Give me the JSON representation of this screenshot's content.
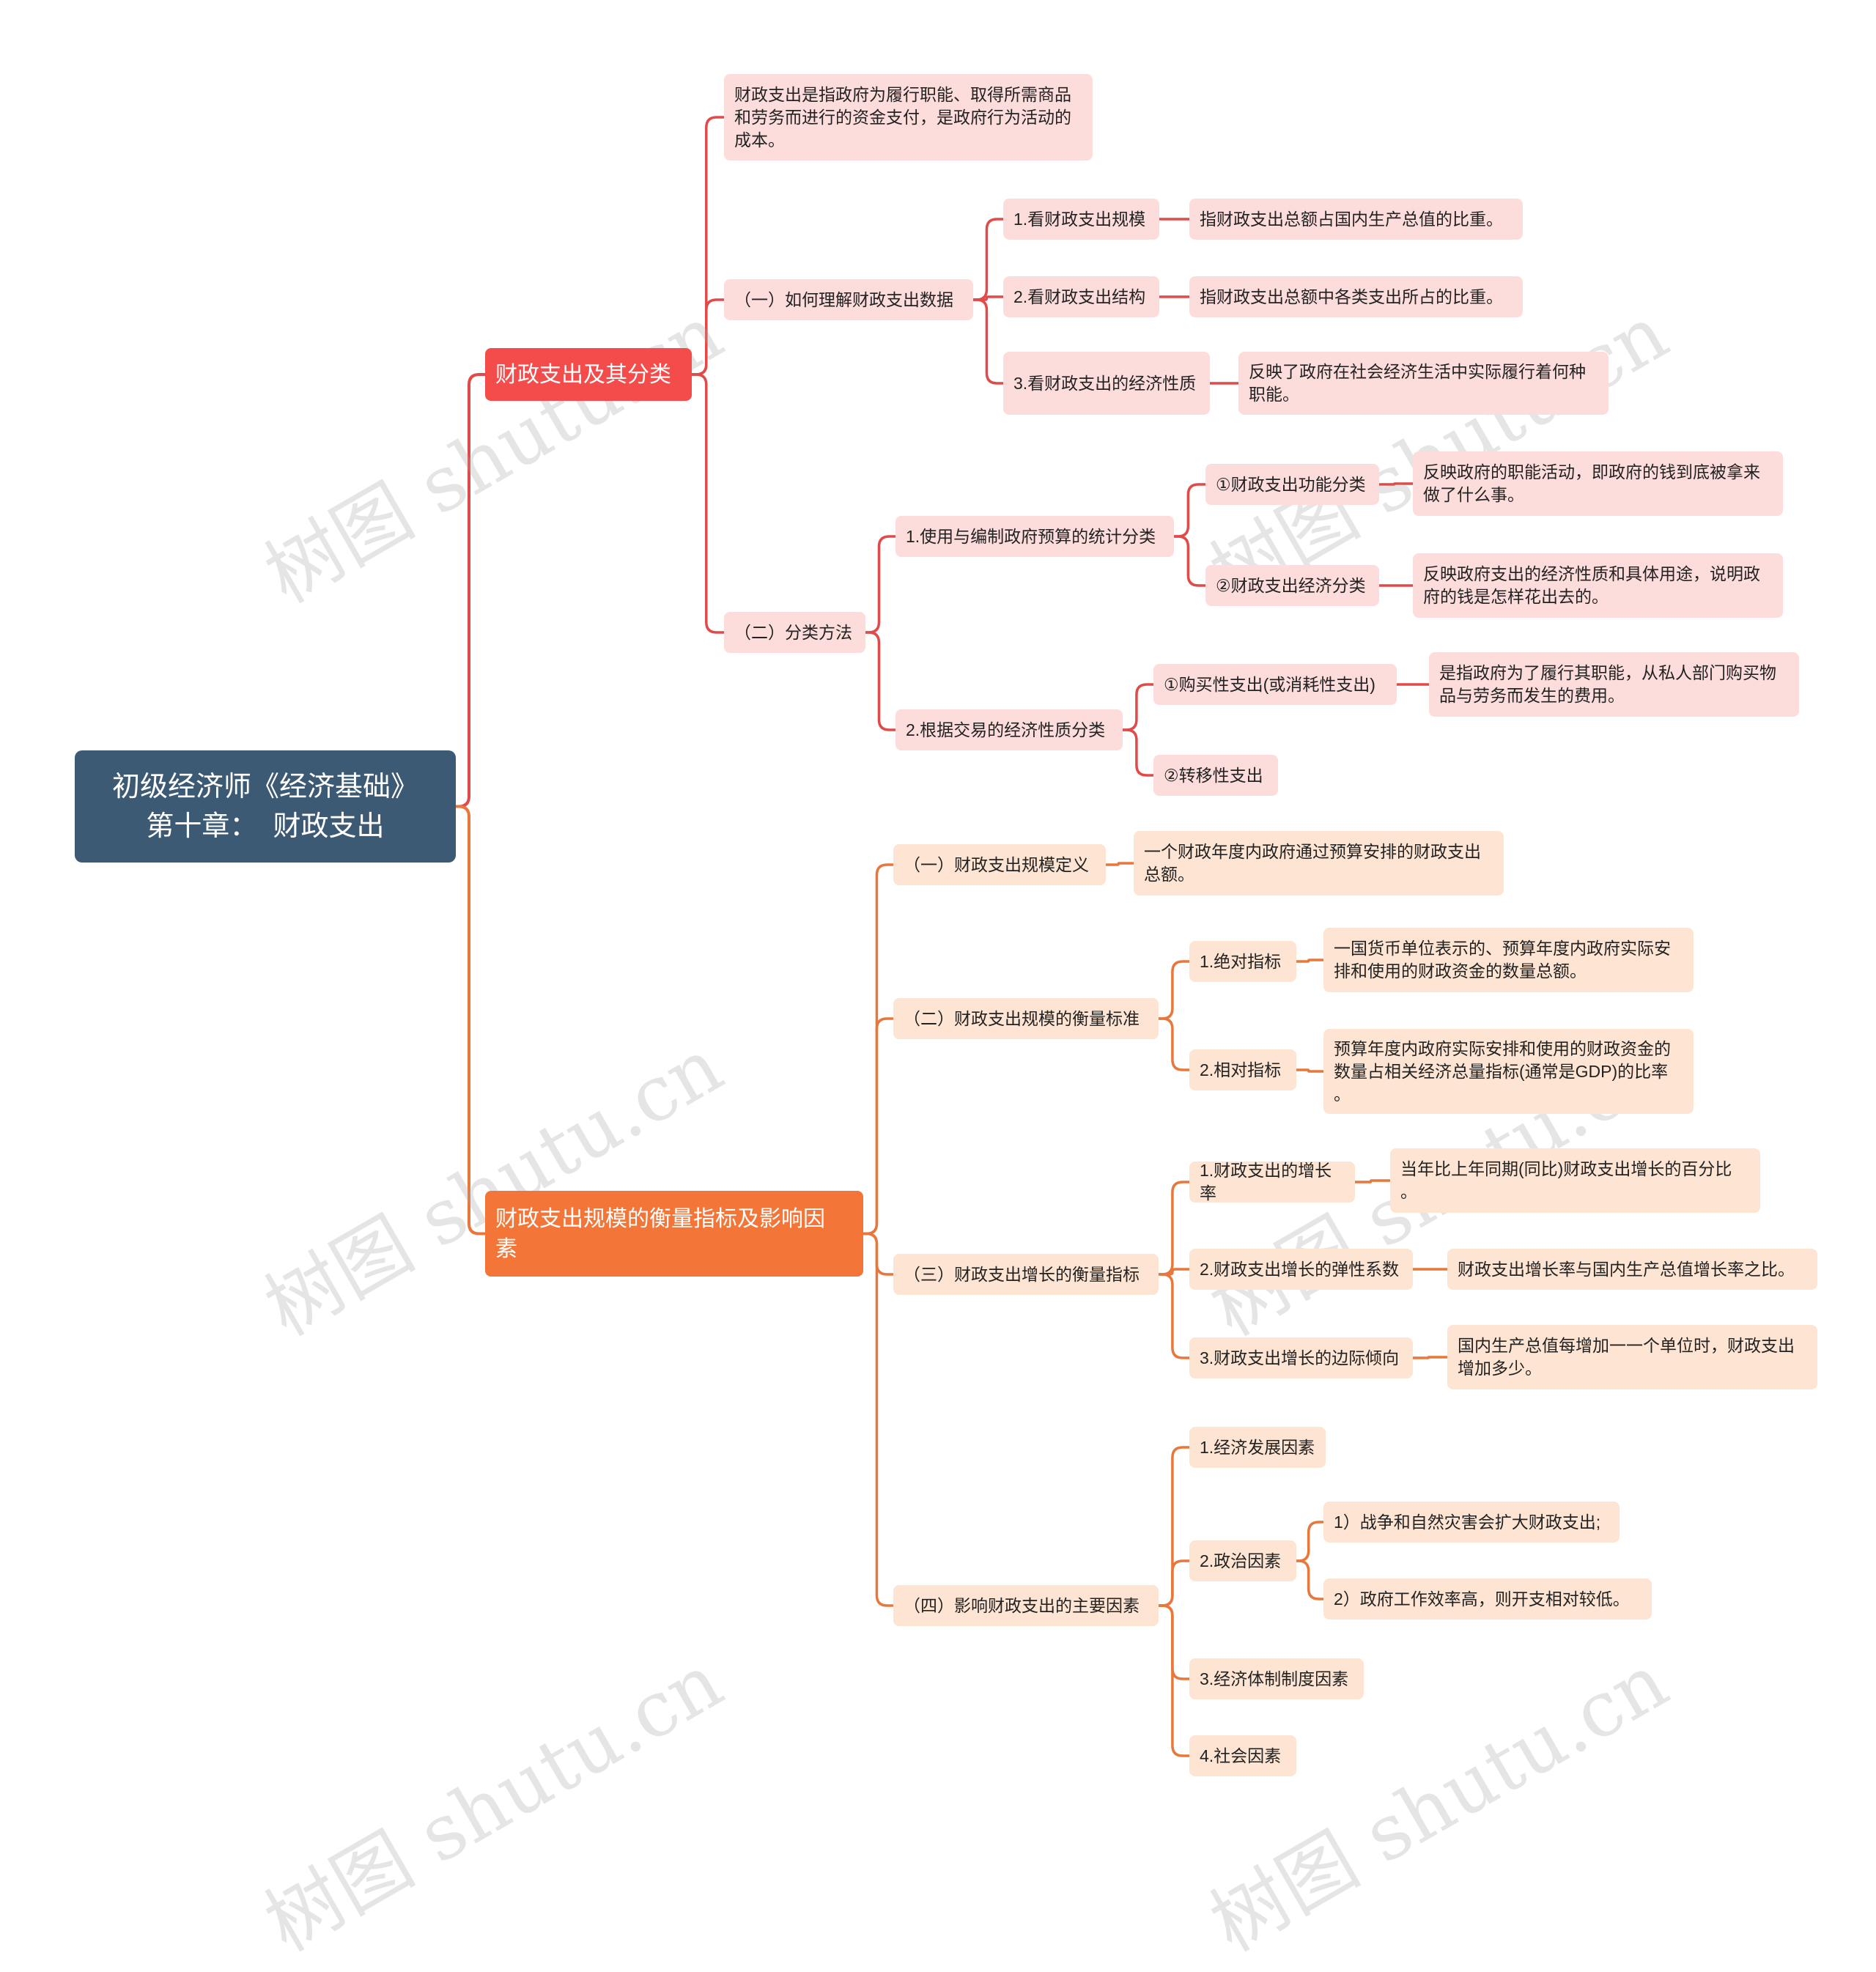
{
  "colors": {
    "root": "#3d5a75",
    "branch_red": "#f44b4b",
    "branch_orange": "#f37638",
    "leaf_red": "#fddcdc",
    "leaf_orange": "#fde4d3",
    "line_red": "#e14a4a",
    "line_orange": "#e8773b"
  },
  "watermark": "树图 shutu.cn",
  "root": {
    "text": "初级经济师《经济基础》\n第十章：  财政支出"
  },
  "branches": [
    {
      "text": "财政支出及其分类",
      "children": [
        {
          "text": "财政支出是指政府为履行职能、取得所需商品\n和劳务而进行的资金支付，是政府行为活动的\n成本。"
        },
        {
          "text": "（一）如何理解财政支出数据",
          "children": [
            {
              "text": "1.看财政支出规模",
              "children": [
                {
                  "text": "指财政支出总额占国内生产总值的比重。"
                }
              ]
            },
            {
              "text": "2.看财政支出结构",
              "children": [
                {
                  "text": "指财政支出总额中各类支出所占的比重。"
                }
              ]
            },
            {
              "text": "3.看财政支出的经济性质",
              "children": [
                {
                  "text": "反映了政府在社会经济生活中实际履行着何种\n职能。"
                }
              ]
            }
          ]
        },
        {
          "text": "（二）分类方法",
          "children": [
            {
              "text": "1.使用与编制政府预算的统计分类",
              "children": [
                {
                  "text": "①财政支出功能分类",
                  "children": [
                    {
                      "text": "反映政府的职能活动，即政府的钱到底被拿来\n做了什么事。"
                    }
                  ]
                },
                {
                  "text": "②财政支出经济分类",
                  "children": [
                    {
                      "text": "反映政府支出的经济性质和具体用途，说明政\n府的钱是怎样花出去的。"
                    }
                  ]
                }
              ]
            },
            {
              "text": "2.根据交易的经济性质分类",
              "children": [
                {
                  "text": "①购买性支出(或消耗性支出)",
                  "children": [
                    {
                      "text": "是指政府为了履行其职能，从私人部门购买物\n品与劳务而发生的费用。"
                    }
                  ]
                },
                {
                  "text": "②转移性支出"
                }
              ]
            }
          ]
        }
      ]
    },
    {
      "text": "财政支出规模的衡量指标及影响因\n素",
      "children": [
        {
          "text": "（一）财政支出规模定义",
          "children": [
            {
              "text": "一个财政年度内政府通过预算安排的财政支出\n总额。"
            }
          ]
        },
        {
          "text": "（二）财政支出规模的衡量标准",
          "children": [
            {
              "text": "1.绝对指标",
              "children": [
                {
                  "text": "一国货币单位表示的、预算年度内政府实际安\n排和使用的财政资金的数量总额。"
                }
              ]
            },
            {
              "text": "2.相对指标",
              "children": [
                {
                  "text": "预算年度内政府实际安排和使用的财政资金的\n数量占相关经济总量指标(通常是GDP)的比率\n。"
                }
              ]
            }
          ]
        },
        {
          "text": "（三）财政支出增长的衡量指标",
          "children": [
            {
              "text": "1.财政支出的增长率",
              "children": [
                {
                  "text": "当年比上年同期(同比)财政支出增长的百分比\n。"
                }
              ]
            },
            {
              "text": "2.财政支出增长的弹性系数",
              "children": [
                {
                  "text": "财政支出增长率与国内生产总值增长率之比。"
                }
              ]
            },
            {
              "text": "3.财政支出增长的边际倾向",
              "children": [
                {
                  "text": "国内生产总值每增加一一个单位时，财政支出\n增加多少。"
                }
              ]
            }
          ]
        },
        {
          "text": "（四）影响财政支出的主要因素",
          "children": [
            {
              "text": "1.经济发展因素"
            },
            {
              "text": "2.政治因素",
              "children": [
                {
                  "text": "1）战争和自然灾害会扩大财政支出;"
                },
                {
                  "text": "2）政府工作效率高，则开支相对较低。"
                }
              ]
            },
            {
              "text": "3.经济体制制度因素"
            },
            {
              "text": "4.社会因素"
            }
          ]
        }
      ]
    }
  ]
}
